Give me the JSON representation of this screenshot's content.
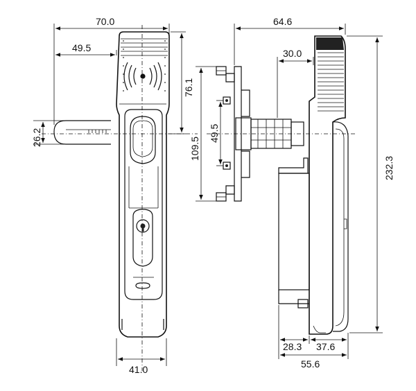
{
  "drawing": {
    "front_view": {
      "dimensions": {
        "top_width": "70.0",
        "handle_offset": "49.5",
        "upper_height": "76.1",
        "handle_thickness": "26.2",
        "base_width": "41.0"
      }
    },
    "side_view": {
      "dimensions": {
        "overall_depth": "64.6",
        "spindle_offset": "30.0",
        "mount_inner": "49.5",
        "mount_outer": "109.5",
        "overall_height": "232.3",
        "body_depth": "28.3",
        "escutcheon_depth": "37.6",
        "base_depth": "55.6"
      }
    },
    "icons": [
      "rfid-wave-icon",
      "keyhole-icon"
    ]
  }
}
